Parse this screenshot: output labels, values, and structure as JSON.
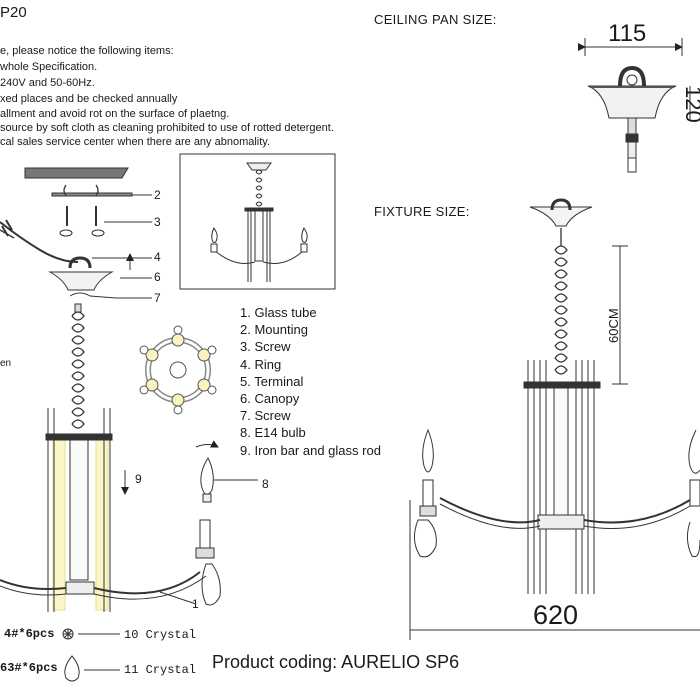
{
  "header": {
    "code_fragment": "P20",
    "notes": [
      "e, please notice the following items:",
      "whole Specification.",
      "240V and 50-60Hz.",
      "xed places and be checked annually",
      "allment and avoid rot on the surface of plaetng.",
      "source by soft cloth as cleaning prohibited to use of rotted detergent.",
      "cal sales service center when there are any abnomality."
    ]
  },
  "ceiling_pan": {
    "label": "CEILING PAN  SIZE:",
    "width": "115",
    "height_fragment": "120"
  },
  "fixture": {
    "label": "FIXTURE SIZE:",
    "chain": "60CM",
    "width": "620"
  },
  "callouts": [
    "2",
    "3",
    "4",
    "6",
    "7",
    "9",
    "8",
    "1"
  ],
  "side_fragment": "en",
  "parts": [
    "1. Glass tube",
    "2. Mounting",
    "3. Screw",
    "4. Ring",
    "5. Terminal",
    "6. Canopy",
    "7. Screw",
    "8. E14 bulb",
    "9. Iron bar and glass rod"
  ],
  "crystals": [
    {
      "spec": "4#*6pcs",
      "label": "10 Crystal"
    },
    {
      "spec": "63#*6pcs",
      "label": "11 Crystal"
    }
  ],
  "product": {
    "coding": "Product coding: AURELIO SP6"
  }
}
